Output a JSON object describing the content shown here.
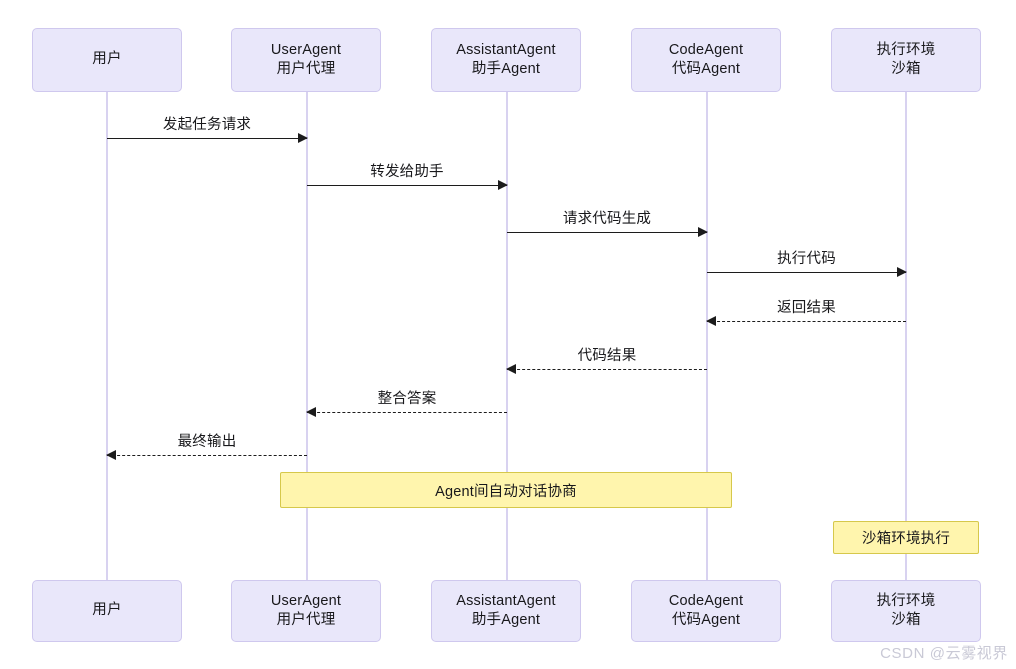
{
  "diagram": {
    "type": "sequence",
    "colors": {
      "participant_fill": "#e9e7fa",
      "participant_border": "#cfc8ee",
      "lifeline": "#d8d2f0",
      "note_fill": "#fff5ad",
      "note_border": "#d6c84b",
      "arrow": "#1c1c1c",
      "text": "#18181b",
      "watermark": "#c9c9d6"
    },
    "participants": [
      {
        "id": "user",
        "line1": "用户",
        "line2": ""
      },
      {
        "id": "useragent",
        "line1": "UserAgent",
        "line2": "用户代理"
      },
      {
        "id": "assistant",
        "line1": "AssistantAgent",
        "line2": "助手Agent"
      },
      {
        "id": "code",
        "line1": "CodeAgent",
        "line2": "代码Agent"
      },
      {
        "id": "sandbox",
        "line1": "执行环境",
        "line2": "沙箱"
      }
    ],
    "messages": [
      {
        "label": "发起任务请求",
        "from": "user",
        "to": "useragent",
        "style": "solid",
        "direction": "right"
      },
      {
        "label": "转发给助手",
        "from": "useragent",
        "to": "assistant",
        "style": "solid",
        "direction": "right"
      },
      {
        "label": "请求代码生成",
        "from": "assistant",
        "to": "code",
        "style": "solid",
        "direction": "right"
      },
      {
        "label": "执行代码",
        "from": "code",
        "to": "sandbox",
        "style": "solid",
        "direction": "right"
      },
      {
        "label": "返回结果",
        "from": "sandbox",
        "to": "code",
        "style": "dashed",
        "direction": "left"
      },
      {
        "label": "代码结果",
        "from": "code",
        "to": "assistant",
        "style": "dashed",
        "direction": "left"
      },
      {
        "label": "整合答案",
        "from": "assistant",
        "to": "useragent",
        "style": "dashed",
        "direction": "left"
      },
      {
        "label": "最终输出",
        "from": "useragent",
        "to": "user",
        "style": "dashed",
        "direction": "left"
      }
    ],
    "notes": [
      {
        "id": "note-negotiation",
        "text": "Agent间自动对话协商",
        "over": "useragent..code"
      },
      {
        "id": "note-sandbox",
        "text": "沙箱环境执行",
        "over": "sandbox"
      }
    ],
    "watermark": "CSDN @云雾视界"
  }
}
